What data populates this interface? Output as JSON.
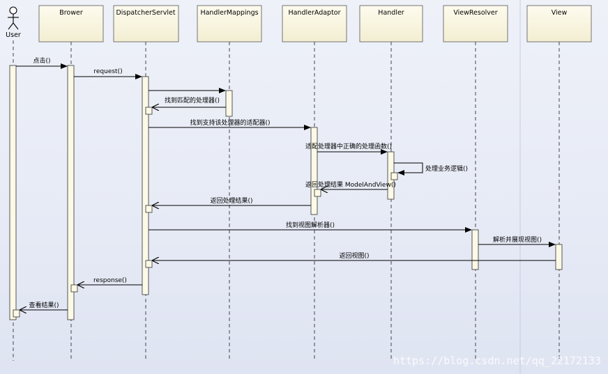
{
  "actor": {
    "name": "User"
  },
  "participants": [
    {
      "name": "Brower"
    },
    {
      "name": "DispatcherServlet"
    },
    {
      "name": "HandlerMappings"
    },
    {
      "name": "HandlerAdaptor"
    },
    {
      "name": "Handler"
    },
    {
      "name": "ViewResolver"
    },
    {
      "name": "View"
    }
  ],
  "messages": [
    {
      "label": "点击()",
      "from": "User",
      "to": "Brower",
      "type": "call"
    },
    {
      "label": "request()",
      "from": "Brower",
      "to": "DispatcherServlet",
      "type": "call"
    },
    {
      "label": "找到匹配的处理器()",
      "from": "HandlerMappings",
      "to": "DispatcherServlet",
      "type": "return"
    },
    {
      "label": "找到支持该处理器的适配器()",
      "from": "DispatcherServlet",
      "to": "HandlerAdaptor",
      "type": "call"
    },
    {
      "label": "适配处理器中正确的处理函数()",
      "from": "HandlerAdaptor",
      "to": "Handler",
      "type": "call"
    },
    {
      "label": "处理业务逻辑()",
      "from": "Handler",
      "to": "Handler",
      "type": "self"
    },
    {
      "label": "返回处理结果 ModelAndView()",
      "from": "Handler",
      "to": "HandlerAdaptor",
      "type": "return"
    },
    {
      "label": "返回处理结果()",
      "from": "HandlerAdaptor",
      "to": "DispatcherServlet",
      "type": "return"
    },
    {
      "label": "找到视图解析器()",
      "from": "DispatcherServlet",
      "to": "ViewResolver",
      "type": "call"
    },
    {
      "label": "解析并展现视图()",
      "from": "ViewResolver",
      "to": "View",
      "type": "call"
    },
    {
      "label": "返回视图()",
      "from": "View",
      "to": "DispatcherServlet",
      "type": "return"
    },
    {
      "label": "response()",
      "from": "DispatcherServlet",
      "to": "Brower",
      "type": "return"
    },
    {
      "label": "查看结果()",
      "from": "Brower",
      "to": "User",
      "type": "return"
    }
  ],
  "watermark": "https://blog.csdn.net/qq_22172133",
  "colors": {
    "header_fill": "#fbf8e2",
    "activation_fill": "#fcf9e6",
    "line": "#000000",
    "watermark": "#ffffff"
  }
}
